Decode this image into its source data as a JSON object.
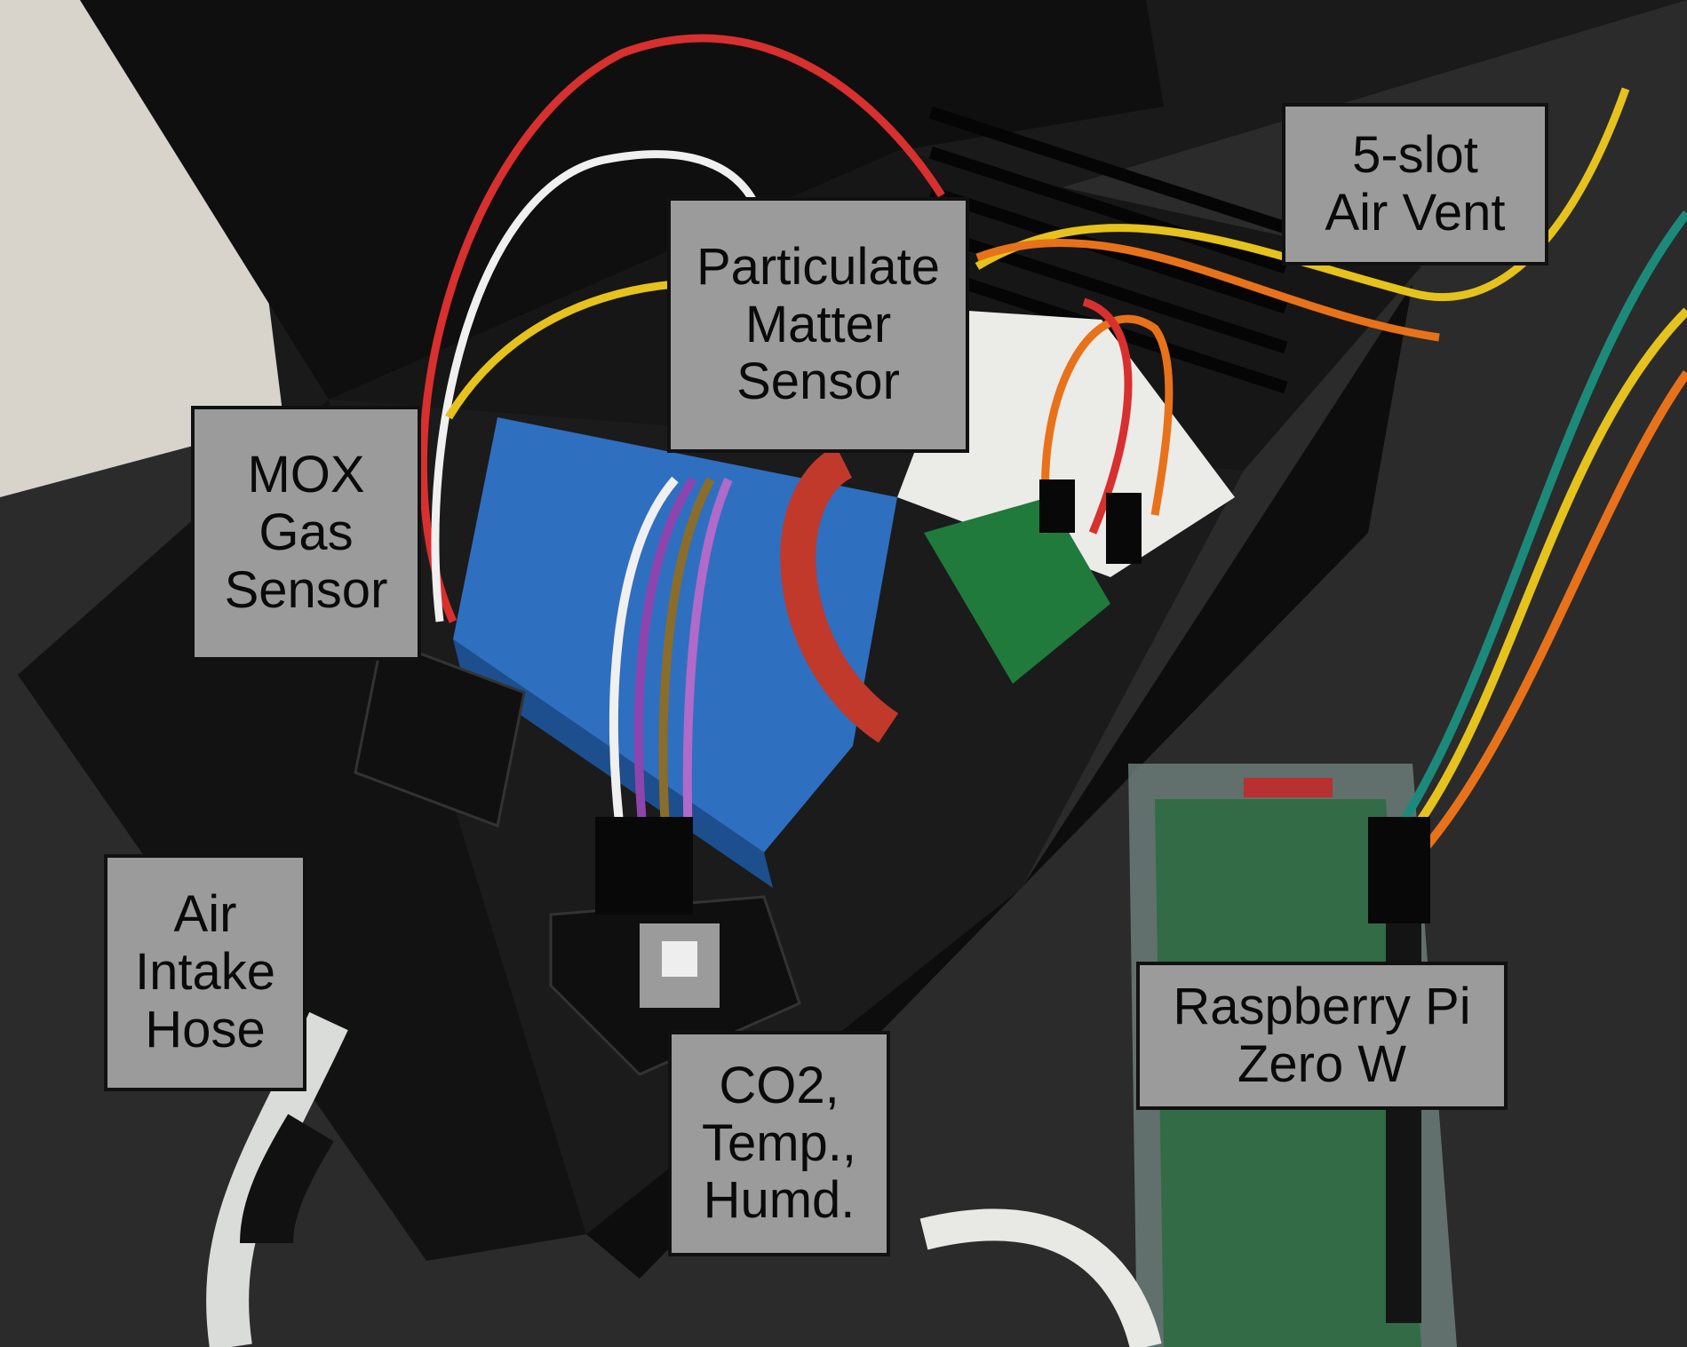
{
  "labels": {
    "particulate_matter": [
      "Particulate",
      "Matter",
      "Sensor"
    ],
    "air_vent": [
      "5-slot",
      "Air Vent"
    ],
    "mox": [
      "MOX",
      "Gas",
      "Sensor"
    ],
    "air_intake": [
      "Air",
      "Intake",
      "Hose"
    ],
    "co2": [
      "CO2,",
      "Temp.,",
      "Humd."
    ],
    "raspberry_pi": [
      "Raspberry Pi",
      "Zero W"
    ]
  },
  "colors": {
    "label_fill": "#9b9b9b",
    "label_border": "#111111",
    "enclosure": "#141414",
    "table": "#2a2a2a",
    "wall": "#dcd8d0",
    "sensor_blue": "#2f6fc0",
    "pcb_green": "#1f7a3c",
    "breadboard": "#ececea"
  }
}
